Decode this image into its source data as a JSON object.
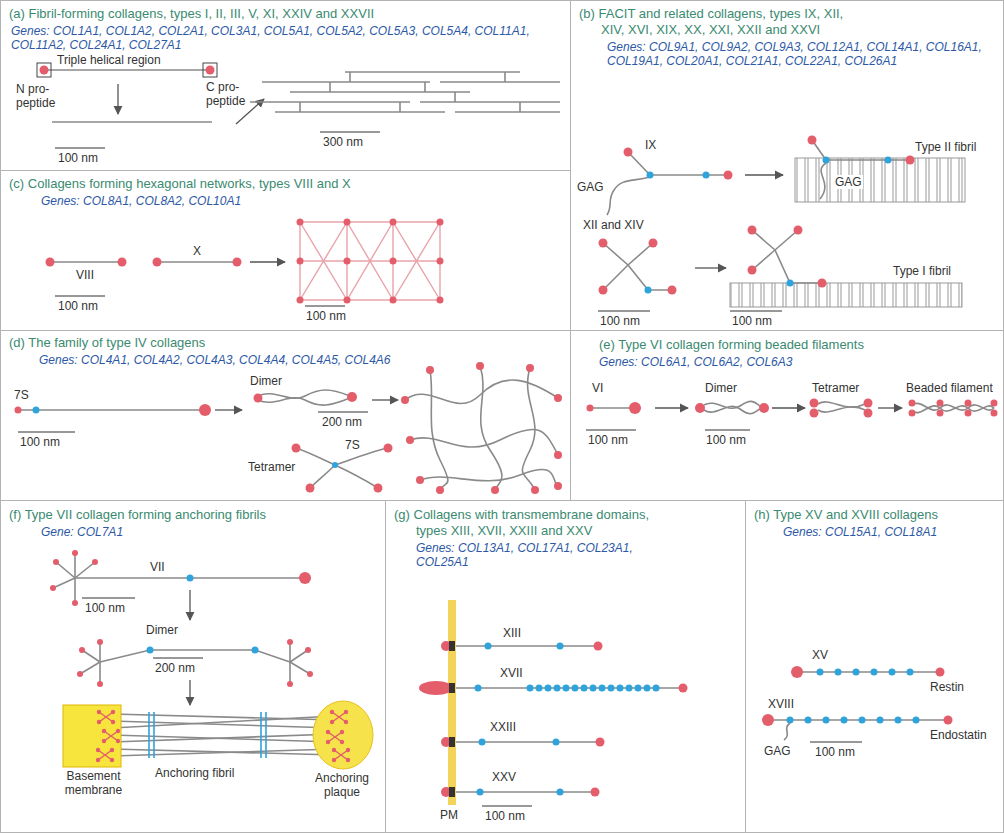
{
  "diagram": {
    "nodes": [
      {
        "text": [
          "(a) Fibril-forming collagens, types I, II, III, V, XI, XXIV and XXVII",
          "Genes: COL1A1, COL1A2, COL2A1, COL3A1, COL5A1, COL5A2, COL5A3, COL5A4, COL11A1, COL11A2, COL24A1, COL27A1"
        ]
      },
      {
        "text": [
          "(b) FACIT and related collagens, types IX, XII, XIV, XVI, XIX, XX, XXI, XXII and XXVI",
          "Genes: COL9A1, COL9A2, COL9A3, COL12A1, COL14A1, COL16A1, COL19A1, COL20A1, COL21A1, COL22A1, COL26A1"
        ]
      },
      {
        "text": [
          "(c) Collagens forming hexagonal networks, types VIII and X",
          "Genes: COL8A1, COL8A2, COL10A1"
        ]
      },
      {
        "text": [
          "(d) The family of type IV collagens",
          "Genes: COL4A1, COL4A2, COL4A3, COL4A4, COL4A5, COL4A6"
        ]
      },
      {
        "text": [
          "(e) Type VI collagen forming beaded filaments",
          "Genes: COL6A1, COL6A2, COL6A3"
        ]
      },
      {
        "text": [
          "(f) Type VII collagen forming anchoring fibrils",
          "Gene: COL7A1"
        ]
      },
      {
        "text": [
          "Basement membrane"
        ],
        "in": 5
      },
      {
        "text": [
          "Anchoring plaque"
        ],
        "in": 5
      },
      {
        "text": [
          "(g) Collagens with transmembrane domains, types XIII, XVII, XXIII and XXV",
          "Genes: COL13A1, COL17A1, COL23A1, COL25A1"
        ]
      },
      {
        "text": [
          "(h) Type XV and XVIII collagens",
          "Genes: COL15A1, COL18A1"
        ]
      }
    ],
    "labels": [
      "Triple helical region",
      "N pro- peptide",
      "C pro- peptide",
      "100 nm",
      "300 nm",
      "IX",
      "GAG",
      "GAG",
      "Type II fibril",
      "XII and XIV",
      "100 nm",
      "Type I fibril",
      "100 nm",
      "VIII",
      "X",
      "100 nm",
      "100 nm",
      "7S",
      "100 nm",
      "Dimer",
      "200 nm",
      "7S",
      "Tetramer",
      "VI",
      "100 nm",
      "Dimer",
      "100 nm",
      "Tetramer",
      "Beaded filament",
      "VII",
      "100 nm",
      "Dimer",
      "200 nm",
      "Anchoring fibril",
      "XIII",
      "XVII",
      "XXIII",
      "XXV",
      "PM",
      "100 nm",
      "XV",
      "Restin",
      "XVIII",
      "Endostatin",
      "GAG",
      "100 nm"
    ]
  }
}
